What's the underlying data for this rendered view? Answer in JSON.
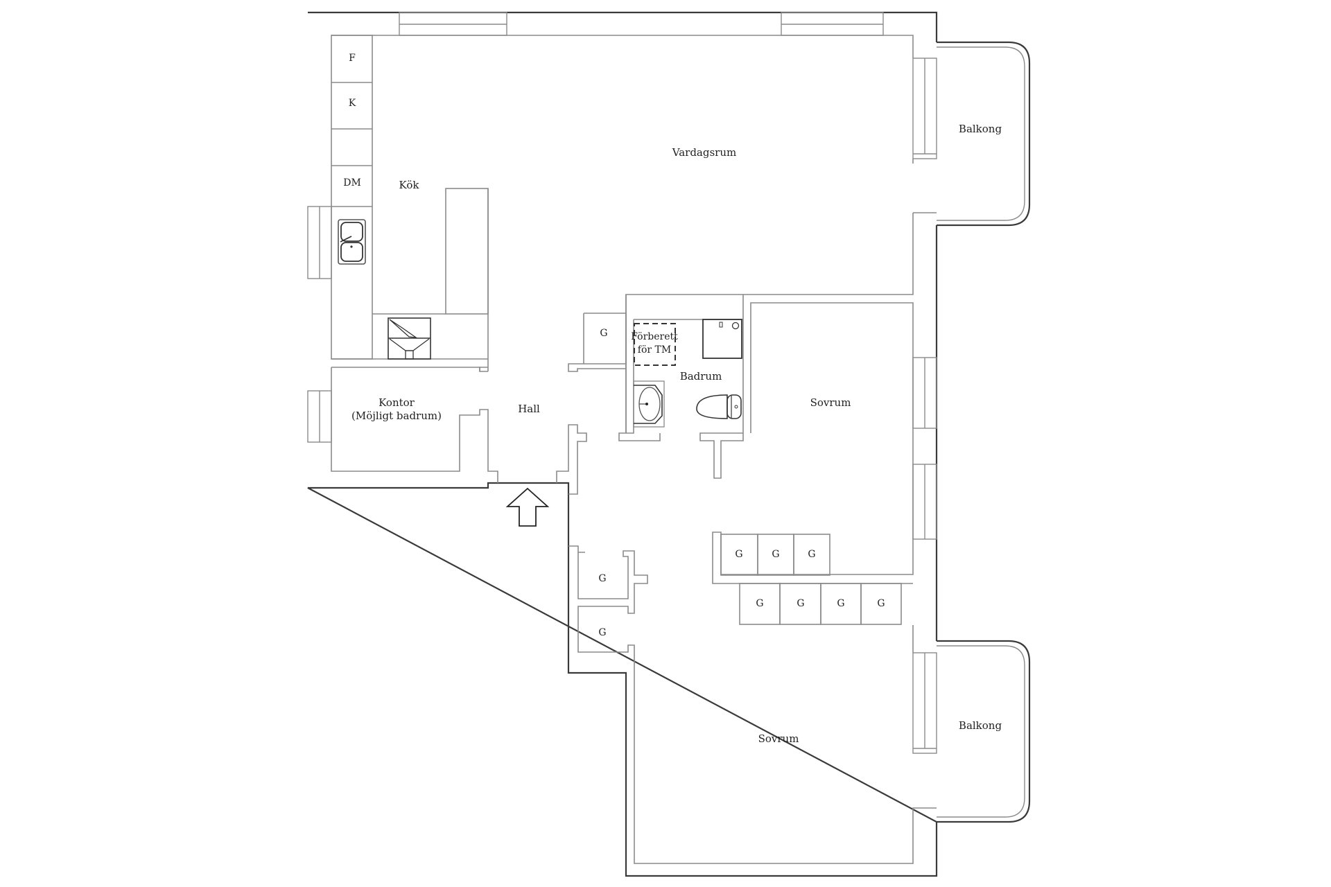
{
  "floorplan": {
    "rooms": {
      "kok": "Kök",
      "vardagsrum": "Vardagsrum",
      "balkong_upper": "Balkong",
      "balkong_lower": "Balkong",
      "kontor": "Kontor",
      "kontor_note": "(Möjligt badrum)",
      "hall": "Hall",
      "badrum": "Badrum",
      "sovrum_upper": "Sovrum",
      "sovrum_lower": "Sovrum"
    },
    "kitchen_cabinets": [
      "F",
      "K",
      "",
      "DM"
    ],
    "bathroom_note": [
      "Förberett",
      "för TM"
    ],
    "wardrobe_label": "G",
    "wardrobes": {
      "hall_top": "G",
      "hall_left_1": "G",
      "hall_left_2": "G",
      "row1": [
        "G",
        "G",
        "G"
      ],
      "row2": [
        "G",
        "G",
        "G",
        "G"
      ]
    },
    "entrance_icon": "entry-arrow-icon",
    "colors": {
      "outer_wall": "#3a3a3a",
      "inner_wall": "#8a8a8a",
      "background": "#ffffff",
      "text": "#1f1f1f"
    }
  }
}
